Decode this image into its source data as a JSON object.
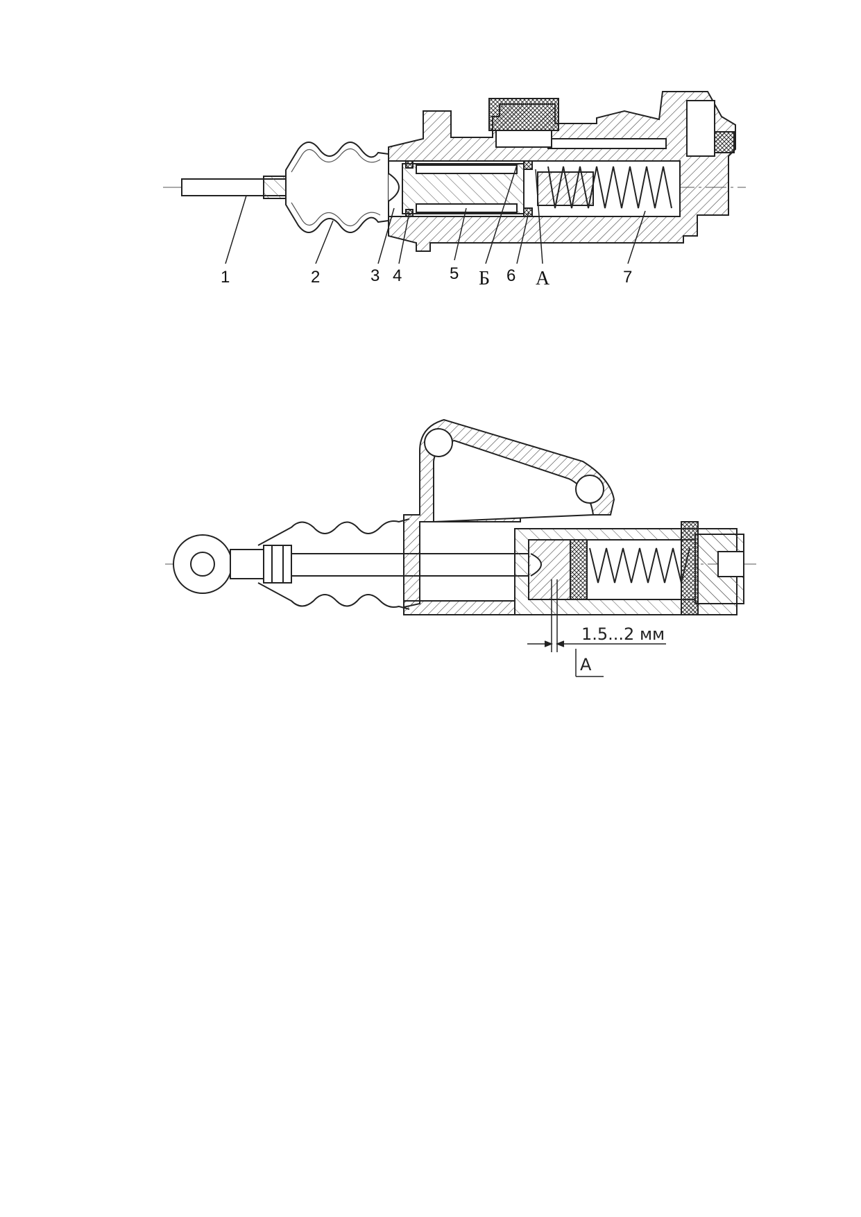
{
  "figure1": {
    "labels": {
      "l1": "1",
      "l2": "2",
      "l3": "3",
      "l4": "4",
      "l5": "5",
      "lB": "Б",
      "l6": "6",
      "lA": "А",
      "l7": "7"
    }
  },
  "figure2": {
    "dimension": "1.5...2 мм",
    "gap_label": "А"
  },
  "colors": {
    "line": "#222222",
    "hatch": "#444444",
    "background": "#ffffff"
  }
}
